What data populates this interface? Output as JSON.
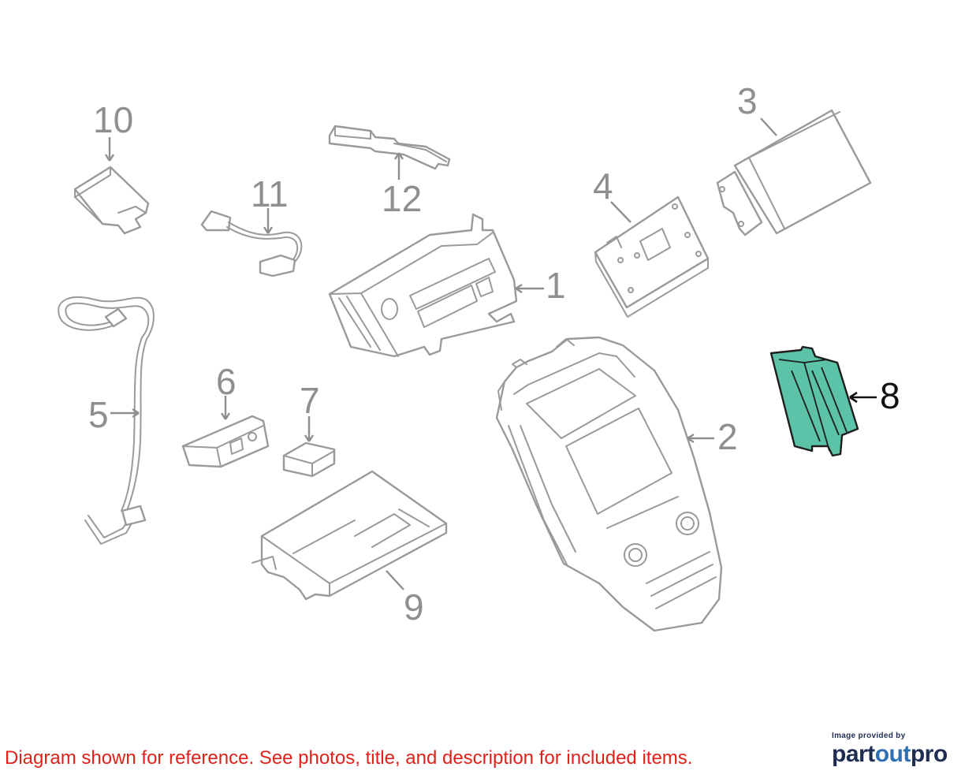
{
  "diagram": {
    "callouts": [
      {
        "id": "1",
        "label": "1"
      },
      {
        "id": "2",
        "label": "2"
      },
      {
        "id": "3",
        "label": "3"
      },
      {
        "id": "4",
        "label": "4"
      },
      {
        "id": "5",
        "label": "5"
      },
      {
        "id": "6",
        "label": "6"
      },
      {
        "id": "7",
        "label": "7"
      },
      {
        "id": "8",
        "label": "8",
        "highlighted": true
      },
      {
        "id": "9",
        "label": "9"
      },
      {
        "id": "10",
        "label": "10"
      },
      {
        "id": "11",
        "label": "11"
      },
      {
        "id": "12",
        "label": "12"
      }
    ],
    "colors": {
      "outline": "#9a9a9a",
      "highlight_fill": "#5cc3a8",
      "highlight_outline": "#1e1e1e",
      "disclaimer": "#e0221b"
    }
  },
  "disclaimer": "Diagram shown for reference. See photos, title, and description for included items.",
  "credit": {
    "caption": "Image provided by",
    "logo_part1": "part",
    "logo_part2": "out",
    "logo_part3": "pro"
  }
}
